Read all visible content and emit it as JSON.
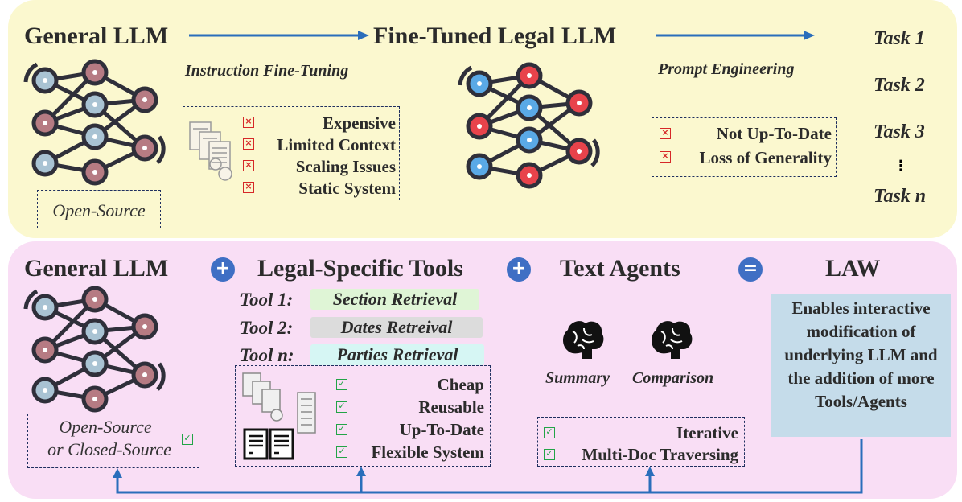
{
  "top": {
    "general_llm": "General LLM",
    "finetuned_llm": "Fine-Tuned Legal  LLM",
    "instruction_ft": "Instruction Fine-Tuning",
    "prompt_eng": "Prompt Engineering",
    "open_source": "Open-Source",
    "cons": [
      "Expensive",
      "Limited Context",
      "Scaling Issues",
      "Static System"
    ],
    "cons2": [
      "Not Up-To-Date",
      "Loss of Generality"
    ],
    "tasks": [
      "Task 1",
      "Task 2",
      "Task 3",
      "⋮",
      "Task n"
    ]
  },
  "bottom": {
    "general_llm": "General LLM",
    "tools_title": "Legal-Specific Tools",
    "agents_title": "Text Agents",
    "law_title": "LAW",
    "ops": [
      "+",
      "+",
      "="
    ],
    "source_line1": "Open-Source",
    "source_line2": "or Closed-Source",
    "tools": [
      {
        "label": "Tool 1:",
        "name": "Section Retrieval",
        "color": "#dff5d6"
      },
      {
        "label": "Tool 2:",
        "name": "Dates Retreival",
        "color": "#dcdcdc"
      },
      {
        "label": "Tool n:",
        "name": "Parties Retrieval",
        "color": "#d6f6f4"
      }
    ],
    "pros": [
      "Cheap",
      "Reusable",
      "Up-To-Date",
      "Flexible System"
    ],
    "agents": [
      "Summary",
      "Comparison"
    ],
    "agent_pros": [
      "Iterative",
      "Multi-Doc Traversing"
    ],
    "law_desc": "Enables interactive modification of underlying LLM and the addition of more Tools/Agents"
  },
  "colors": {
    "top_bg": "#fbf8cf",
    "bottom_bg": "#f9def5",
    "arrow": "#2a6ebb",
    "red_node": "#e8434b",
    "blue_node": "#5aa9e6"
  }
}
